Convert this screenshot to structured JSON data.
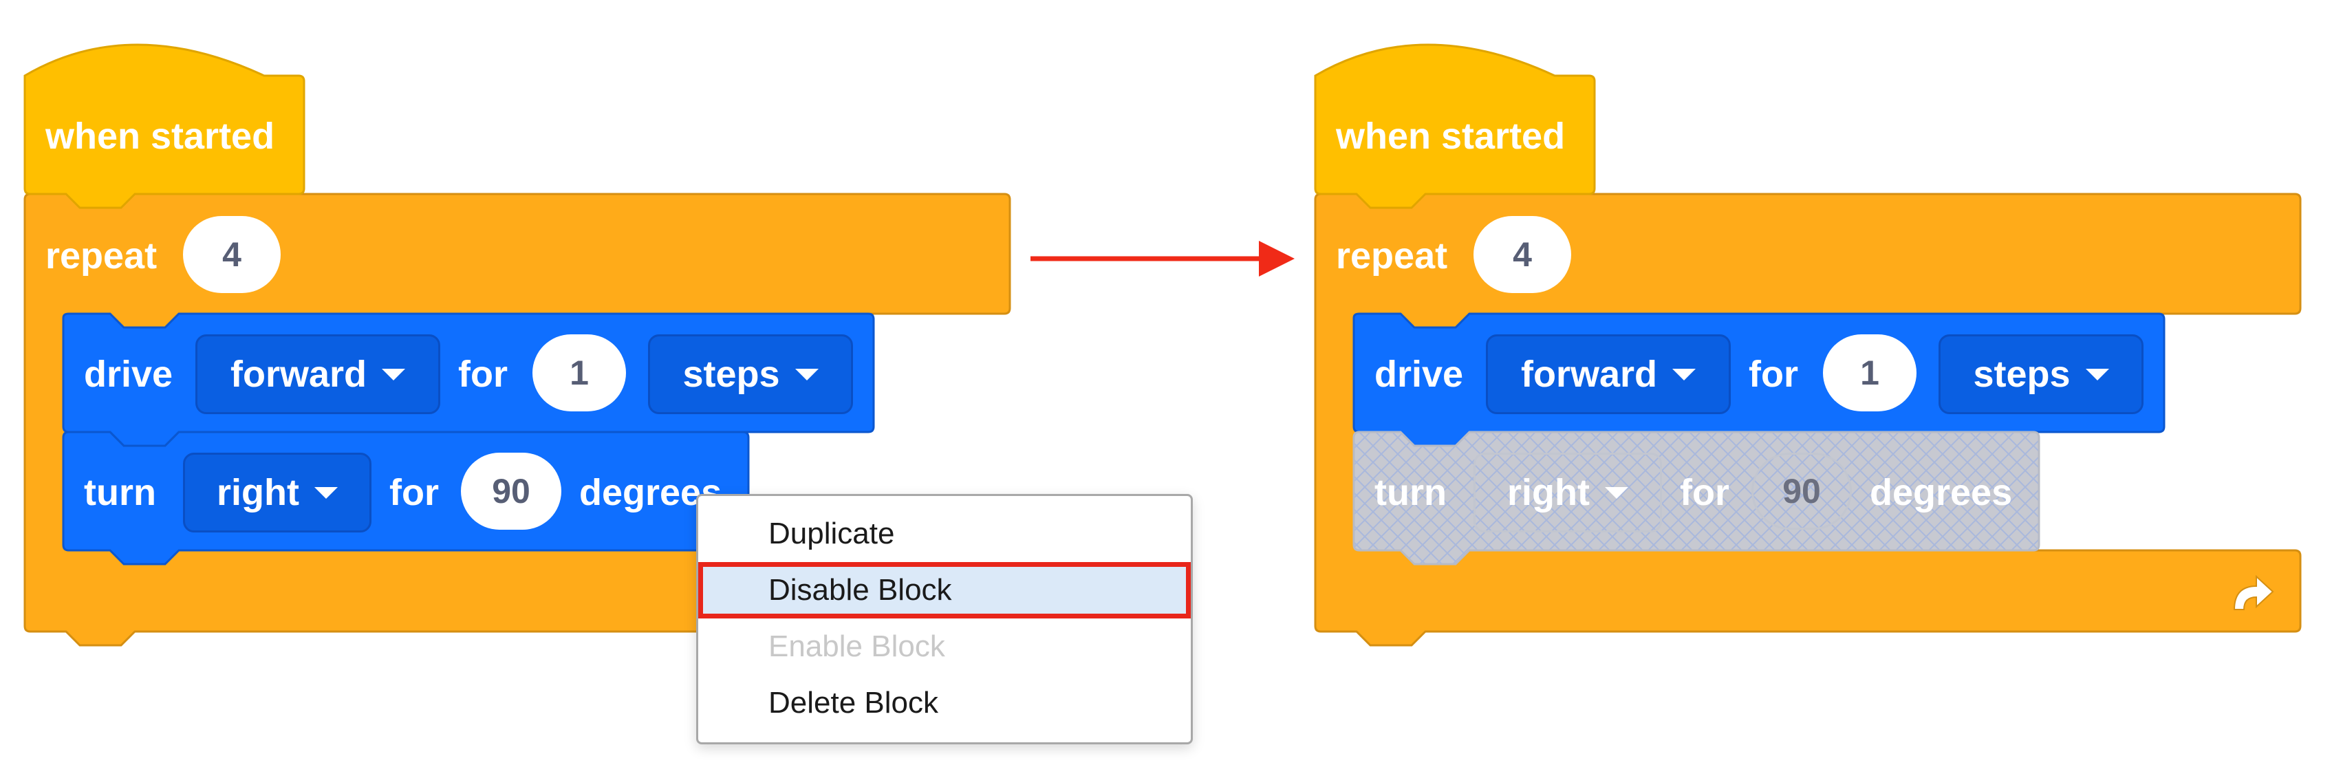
{
  "colors": {
    "hat": "#ffbf00",
    "control": "#ffab19",
    "motion": "#0f6fff",
    "disabled": "#c7c9d1",
    "arrow": "#f02a17",
    "menu_highlight": "#dbe9f8"
  },
  "left_script": {
    "hat_label": "when started",
    "repeat_label": "repeat",
    "repeat_count": "4",
    "drive": {
      "label": "drive",
      "direction": "forward",
      "for_label": "for",
      "amount": "1",
      "unit": "steps"
    },
    "turn": {
      "label": "turn",
      "direction": "right",
      "for_label": "for",
      "amount": "90",
      "unit": "degrees"
    }
  },
  "context_menu": {
    "items": [
      {
        "label": "Duplicate",
        "state": "normal"
      },
      {
        "label": "Disable Block",
        "state": "highlighted"
      },
      {
        "label": "Enable Block",
        "state": "disabled"
      },
      {
        "label": "Delete Block",
        "state": "normal"
      }
    ]
  },
  "right_script": {
    "hat_label": "when started",
    "repeat_label": "repeat",
    "repeat_count": "4",
    "drive": {
      "label": "drive",
      "direction": "forward",
      "for_label": "for",
      "amount": "1",
      "unit": "steps"
    },
    "turn": {
      "label": "turn",
      "direction": "right",
      "for_label": "for",
      "amount": "90",
      "unit": "degrees",
      "state": "disabled"
    },
    "loop_icon": "loop-arrow-icon"
  },
  "transition_arrow": "right-arrow-icon"
}
